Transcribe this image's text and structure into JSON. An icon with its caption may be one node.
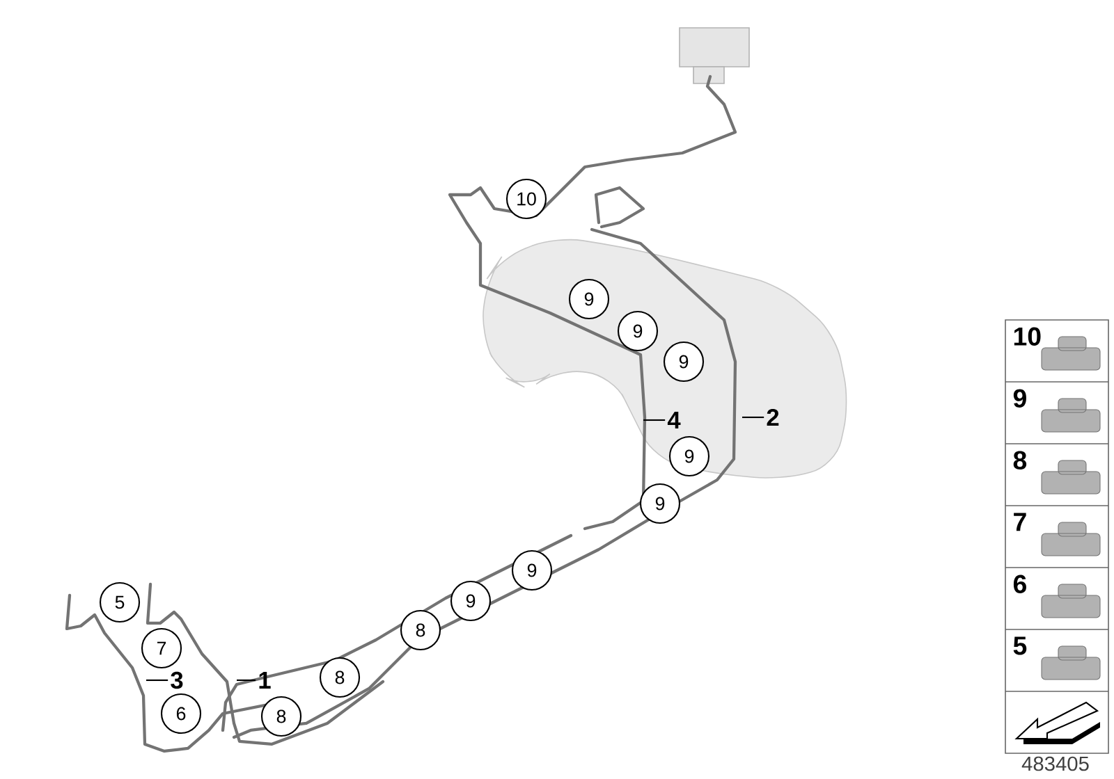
{
  "diagram": {
    "nodes": [
      {
        "text": [
          "1"
        ]
      },
      {
        "text": [
          "2"
        ]
      },
      {
        "text": [
          "3"
        ]
      },
      {
        "text": [
          "4"
        ]
      }
    ],
    "edges": [
      {
        "from": 0,
        "to": null,
        "arrow": "none"
      },
      {
        "from": 1,
        "to": null,
        "arrow": "none"
      },
      {
        "from": 2,
        "to": null,
        "arrow": "none"
      },
      {
        "from": 3,
        "to": null,
        "arrow": "none"
      }
    ],
    "labels": [
      "10",
      "9",
      "9",
      "9",
      "9",
      "9",
      "9",
      "9",
      "5",
      "7",
      "8",
      "6",
      "8",
      "8",
      "10",
      "9",
      "8",
      "7",
      "6",
      "5",
      "483405"
    ]
  }
}
